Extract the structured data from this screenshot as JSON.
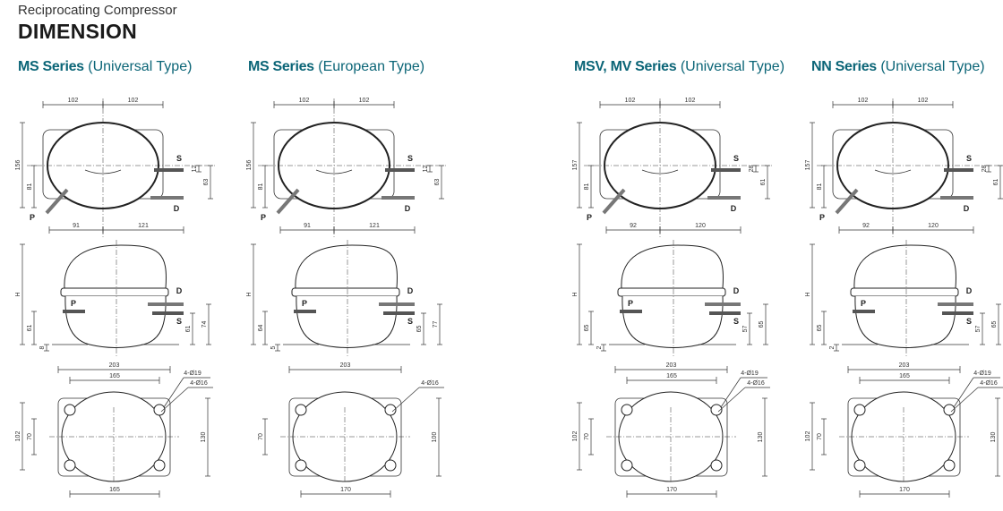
{
  "header": {
    "subtitle": "Reciprocating Compressor",
    "title": "DIMENSION"
  },
  "panels": [
    {
      "title_bold": "MS Series",
      "title_rest": " (Universal Type)",
      "top": {
        "w_left": "102",
        "w_right": "102",
        "height": "156",
        "left_low": "81",
        "right_small": "12",
        "right_large": "63",
        "bottom_left": "91",
        "bottom_right": "121",
        "S": "S",
        "D": "D",
        "P": "P"
      },
      "side": {
        "H": "H",
        "left_a": "61",
        "left_b": "8",
        "right_a": "61",
        "right_b": "74",
        "D": "D",
        "S": "S",
        "P": "P"
      },
      "base": {
        "overall": "203",
        "inner_top": "165",
        "left_outer": "102",
        "left_inner": "70",
        "right": "130",
        "bottom": "165",
        "callout_a": "4-Ø19",
        "callout_b": "4-Ø16"
      }
    },
    {
      "title_bold": "MS Series",
      "title_rest": " (European Type)",
      "top": {
        "w_left": "102",
        "w_right": "102",
        "height": "156",
        "left_low": "81",
        "right_small": "12",
        "right_large": "63",
        "bottom_left": "91",
        "bottom_right": "121",
        "S": "S",
        "D": "D",
        "P": "P"
      },
      "side": {
        "H": "H",
        "left_a": "64",
        "left_b": "5",
        "right_a": "65",
        "right_b": "77",
        "D": "D",
        "S": "S",
        "P": "P"
      },
      "base": {
        "overall": "203",
        "left_inner": "70",
        "right": "100",
        "bottom": "170",
        "callout_b": "4-Ø16"
      }
    },
    {
      "title_bold": "MSV, MV Series",
      "title_rest": " (Universal Type)",
      "top": {
        "w_left": "102",
        "w_right": "102",
        "height": "157",
        "left_low": "81",
        "right_small": "28",
        "right_large": "61",
        "bottom_left": "92",
        "bottom_right": "120",
        "S": "S",
        "D": "D",
        "P": "P"
      },
      "side": {
        "H": "H",
        "left_a": "65",
        "left_b": "2",
        "right_a": "57",
        "right_b": "65",
        "D": "D",
        "S": "S",
        "P": "P"
      },
      "base": {
        "overall": "203",
        "inner_top": "165",
        "left_outer": "102",
        "left_inner": "70",
        "right": "130",
        "bottom": "170",
        "callout_a": "4-Ø19",
        "callout_b": "4-Ø16"
      }
    },
    {
      "title_bold": "NN Series",
      "title_rest": " (Universal Type)",
      "top": {
        "w_left": "102",
        "w_right": "102",
        "height": "157",
        "left_low": "81",
        "right_small": "28",
        "right_large": "61",
        "bottom_left": "92",
        "bottom_right": "120",
        "S": "S",
        "D": "D",
        "P": "P"
      },
      "side": {
        "H": "H",
        "left_a": "65",
        "left_b": "2",
        "right_a": "57",
        "right_b": "65",
        "D": "D",
        "S": "S",
        "P": "P"
      },
      "base": {
        "overall": "203",
        "inner_top": "165",
        "left_outer": "102",
        "left_inner": "70",
        "right": "130",
        "bottom": "170",
        "callout_a": "4-Ø19",
        "callout_b": "4-Ø16"
      }
    }
  ]
}
